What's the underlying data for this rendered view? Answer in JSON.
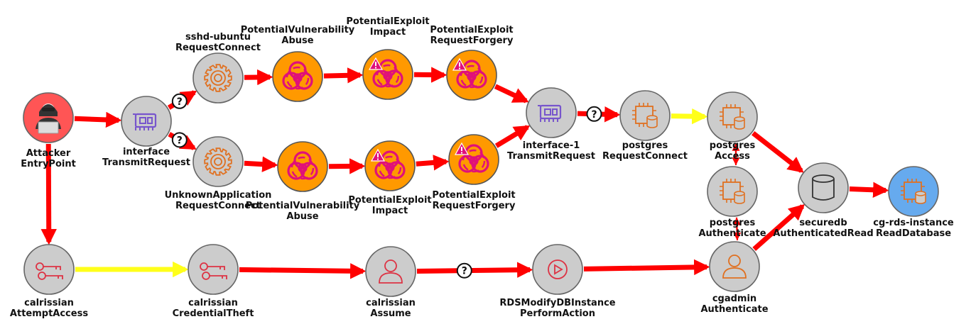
{
  "colors": {
    "red_edge": "#ff0000",
    "yellow_edge": "#ffff1a",
    "node_gray": "#cccccc",
    "node_orange": "#ff9900",
    "node_attacker": "#ff5555",
    "node_target": "#66aaee",
    "icon_orange": "#e07020",
    "icon_purple": "#7755cc",
    "icon_red": "#dd3344",
    "icon_hazard": "#e0107a"
  },
  "nodes": [
    {
      "id": "attacker",
      "label1": "Attacker",
      "label2": "EntryPoint",
      "icon": "hacker-icon"
    },
    {
      "id": "interface",
      "label1": "interface",
      "label2": "TransmitRequest",
      "icon": "network-card-icon"
    },
    {
      "id": "sshd",
      "label1": "sshd-ubuntu",
      "label2": "RequestConnect",
      "icon": "gear-icon"
    },
    {
      "id": "vuln-top",
      "label1": "PotentialVulnerability",
      "label2": "Abuse",
      "icon": "biohazard-icon"
    },
    {
      "id": "impact-top",
      "label1": "PotentialExploit",
      "label2": "Impact",
      "icon": "biohazard-warning-icon"
    },
    {
      "id": "forgery-top",
      "label1": "PotentialExploit",
      "label2": "RequestForgery",
      "icon": "biohazard-warning-icon"
    },
    {
      "id": "unknown",
      "label1": "UnknownApplication",
      "label2": "RequestConnect",
      "icon": "gear-icon"
    },
    {
      "id": "vuln-bottom",
      "label1": "PotentialVulnerability",
      "label2": "Abuse",
      "icon": "biohazard-icon"
    },
    {
      "id": "impact-bottom",
      "label1": "PotentialExploit",
      "label2": "Impact",
      "icon": "biohazard-warning-icon"
    },
    {
      "id": "forgery-bottom",
      "label1": "PotentialExploit",
      "label2": "RequestForgery",
      "icon": "biohazard-warning-icon"
    },
    {
      "id": "interface1",
      "label1": "interface-1",
      "label2": "TransmitRequest",
      "icon": "network-card-icon"
    },
    {
      "id": "pg-connect",
      "label1": "postgres",
      "label2": "RequestConnect",
      "icon": "db-instance-icon"
    },
    {
      "id": "pg-access",
      "label1": "postgres",
      "label2": "Access",
      "icon": "db-instance-icon"
    },
    {
      "id": "pg-auth",
      "label1": "postgres",
      "label2": "Authenticate",
      "icon": "db-instance-icon"
    },
    {
      "id": "securedb",
      "label1": "securedb",
      "label2": "AuthenticatedRead",
      "icon": "database-icon"
    },
    {
      "id": "rds",
      "label1": "cg-rds-instance",
      "label2": "ReadDatabase",
      "icon": "db-instance-icon"
    },
    {
      "id": "attempt",
      "label1": "calrissian",
      "label2": "AttemptAccess",
      "icon": "keys-icon"
    },
    {
      "id": "theft",
      "label1": "calrissian",
      "label2": "CredentialTheft",
      "icon": "keys-icon"
    },
    {
      "id": "assume",
      "label1": "calrissian",
      "label2": "Assume",
      "icon": "user-icon"
    },
    {
      "id": "modify",
      "label1": "RDSModifyDBInstance",
      "label2": "PerformAction",
      "icon": "play-icon"
    },
    {
      "id": "cgadmin",
      "label1": "cgadmin",
      "label2": "Authenticate",
      "icon": "user-icon"
    }
  ],
  "edges": [
    {
      "from": "attacker",
      "to": "interface",
      "color": "red"
    },
    {
      "from": "attacker",
      "to": "attempt",
      "color": "red"
    },
    {
      "from": "interface",
      "to": "sshd",
      "color": "red",
      "mark": "?"
    },
    {
      "from": "interface",
      "to": "unknown",
      "color": "red",
      "mark": "?"
    },
    {
      "from": "sshd",
      "to": "vuln-top",
      "color": "red"
    },
    {
      "from": "vuln-top",
      "to": "impact-top",
      "color": "red"
    },
    {
      "from": "impact-top",
      "to": "forgery-top",
      "color": "red"
    },
    {
      "from": "forgery-top",
      "to": "interface1",
      "color": "red"
    },
    {
      "from": "unknown",
      "to": "vuln-bottom",
      "color": "red"
    },
    {
      "from": "vuln-bottom",
      "to": "impact-bottom",
      "color": "red"
    },
    {
      "from": "impact-bottom",
      "to": "forgery-bottom",
      "color": "red"
    },
    {
      "from": "forgery-bottom",
      "to": "interface1",
      "color": "red"
    },
    {
      "from": "interface1",
      "to": "pg-connect",
      "color": "red",
      "mark": "?"
    },
    {
      "from": "pg-connect",
      "to": "pg-access",
      "color": "yellow"
    },
    {
      "from": "pg-access",
      "to": "pg-auth",
      "color": "red"
    },
    {
      "from": "pg-auth",
      "to": "pg-access",
      "color": "red"
    },
    {
      "from": "pg-auth",
      "to": "cgadmin",
      "color": "red"
    },
    {
      "from": "cgadmin",
      "to": "pg-auth",
      "color": "red"
    },
    {
      "from": "pg-access",
      "to": "securedb",
      "color": "red"
    },
    {
      "from": "cgadmin",
      "to": "securedb",
      "color": "red"
    },
    {
      "from": "securedb",
      "to": "rds",
      "color": "red"
    },
    {
      "from": "attempt",
      "to": "theft",
      "color": "yellow"
    },
    {
      "from": "theft",
      "to": "assume",
      "color": "red"
    },
    {
      "from": "assume",
      "to": "modify",
      "color": "red",
      "mark": "?"
    },
    {
      "from": "modify",
      "to": "cgadmin",
      "color": "red"
    }
  ]
}
